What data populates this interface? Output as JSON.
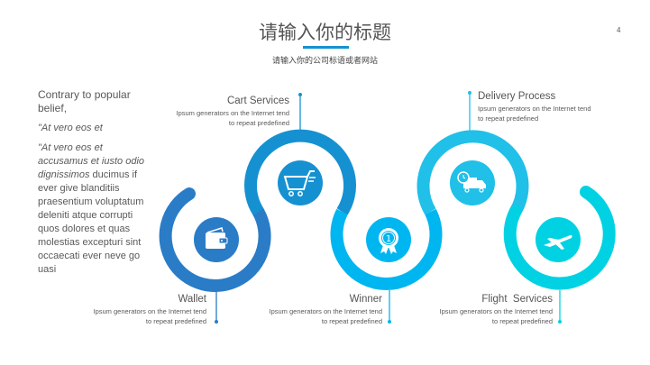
{
  "header": {
    "title": "请输入你的标题",
    "subtitle": "请输入你的公司标语或者网站",
    "page_number": "4"
  },
  "left_text": {
    "heading": "Contrary to popular belief,",
    "quote1": "\"At vero eos et",
    "quote2_italic": "\"At vero eos et accusamus et iusto odio dignissimos",
    "body": "ducimus if ever give blanditiis praesentium voluptatum deleniti atque corrupti quos dolores et quas molestias excepturi sint occaecati ever neve go  uasi"
  },
  "steps": [
    {
      "title": "Wallet",
      "desc1": "Ipsum generators on the Internet tend",
      "desc2": "to repeat predefined",
      "icon": "wallet-icon",
      "color": "#2a7cc7"
    },
    {
      "title": "Cart Services",
      "desc1": "Ipsum generators on the Internet tend",
      "desc2": "to repeat predefined",
      "icon": "shopping-cart-icon",
      "color": "#1591d2"
    },
    {
      "title": "Winner",
      "desc1": "Ipsum generators on the Internet tend",
      "desc2": "to repeat predefined",
      "icon": "award-medal-icon",
      "color": "#00b6f0"
    },
    {
      "title": "Delivery Process",
      "desc1": "Ipsum generators on the Internet tend",
      "desc2": "to repeat predefined",
      "icon": "delivery-truck-icon",
      "color": "#20c0e8"
    },
    {
      "title": "Flight  Services",
      "desc1": "Ipsum generators on the Internet tend",
      "desc2": "to repeat predefined",
      "icon": "airplane-icon",
      "color": "#00d2e3"
    }
  ]
}
